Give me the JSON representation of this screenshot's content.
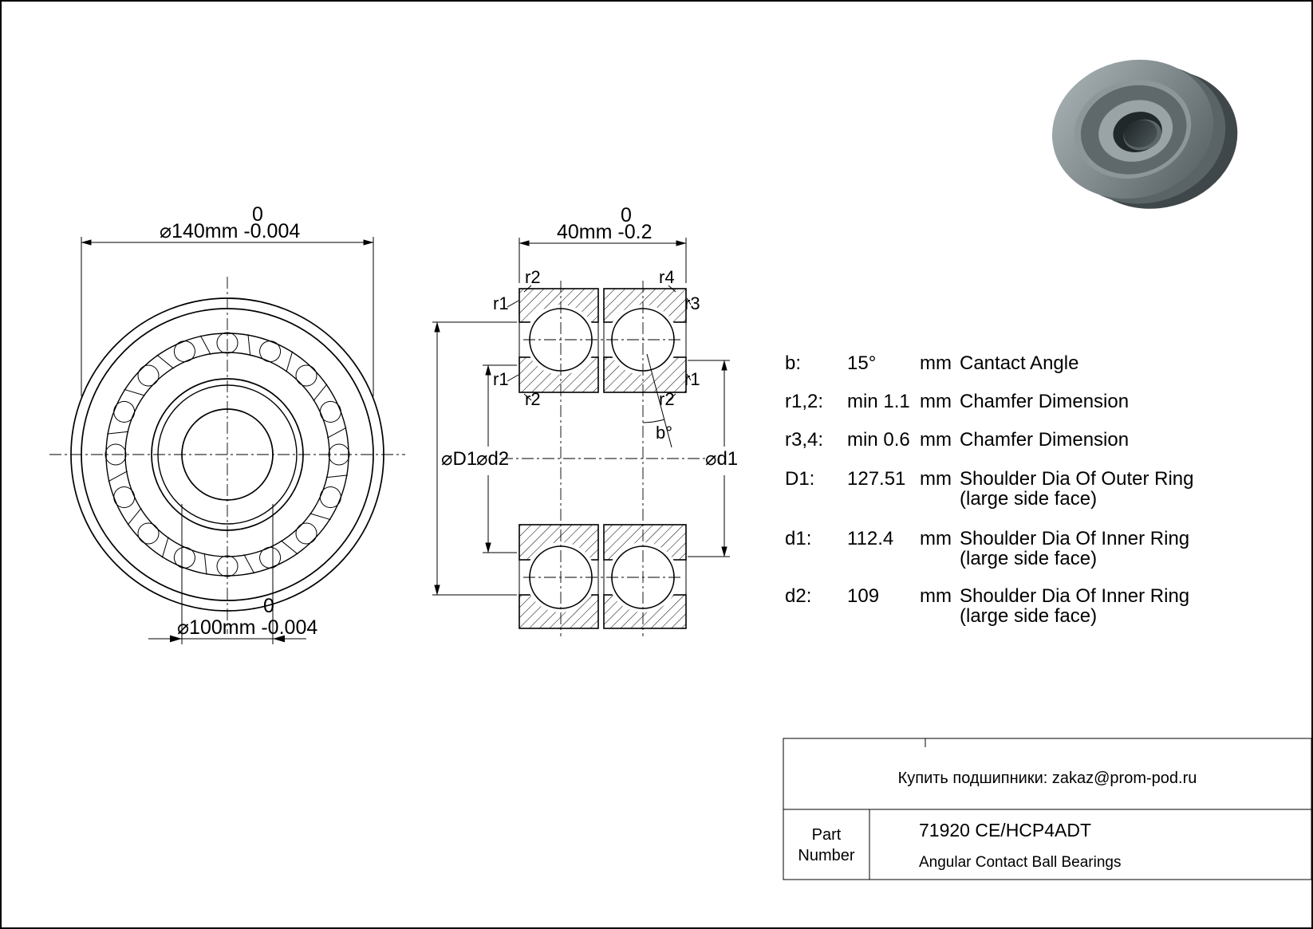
{
  "colors": {
    "background": "#ffffff",
    "line": "#000000"
  },
  "front_view": {
    "outer_dim": {
      "upper_tolerance": "0",
      "label": "⌀140mm -0.004"
    },
    "bore_dim": {
      "upper_tolerance": "0",
      "label": "⌀100mm -0.004"
    }
  },
  "section_view": {
    "width_dim": {
      "upper_tolerance": "0",
      "label": "40mm -0.2"
    },
    "labels": {
      "chamfer_r2_upper_left": "r2",
      "chamfer_r4_upper_right": "r4",
      "chamfer_r1_upper_left": "r1",
      "chamfer_r3_upper_right": "r3",
      "chamfer_r1_mid_left": "r1",
      "chamfer_r2_mid_left": "r2",
      "chamfer_r1_mid_right": "r1",
      "chamfer_r2_mid_right": "r2",
      "contact_angle": "b°",
      "shoulder_dia_outer": "⌀D1",
      "shoulder_dia_inner_d2": "⌀d2",
      "shoulder_dia_inner_d1": "⌀d1"
    }
  },
  "spec_table": {
    "rows": [
      {
        "param": "b:",
        "value": "15°",
        "unit": "mm",
        "desc": "Cantact Angle",
        "desc2": ""
      },
      {
        "param": "r1,2:",
        "value": "min 1.1",
        "unit": "mm",
        "desc": "Chamfer Dimension",
        "desc2": ""
      },
      {
        "param": "r3,4:",
        "value": "min 0.6",
        "unit": "mm",
        "desc": "Chamfer Dimension",
        "desc2": ""
      },
      {
        "param": "D1:",
        "value": "127.51",
        "unit": "mm",
        "desc": "Shoulder Dia Of Outer Ring",
        "desc2": "(large side face)"
      },
      {
        "param": "d1:",
        "value": "112.4",
        "unit": "mm",
        "desc": "Shoulder Dia Of Inner Ring",
        "desc2": "(large side face)"
      },
      {
        "param": "d2:",
        "value": "109",
        "unit": "mm",
        "desc": "Shoulder Dia Of Inner Ring",
        "desc2": "(large side face)"
      }
    ]
  },
  "title_block": {
    "contact_line": "Купить подшипники: zakaz@prom-pod.ru",
    "part_label_line1": "Part",
    "part_label_line2": "Number",
    "part_number": "71920 CE/HCP4ADT",
    "bearing_type": "Angular Contact Ball Bearings"
  }
}
